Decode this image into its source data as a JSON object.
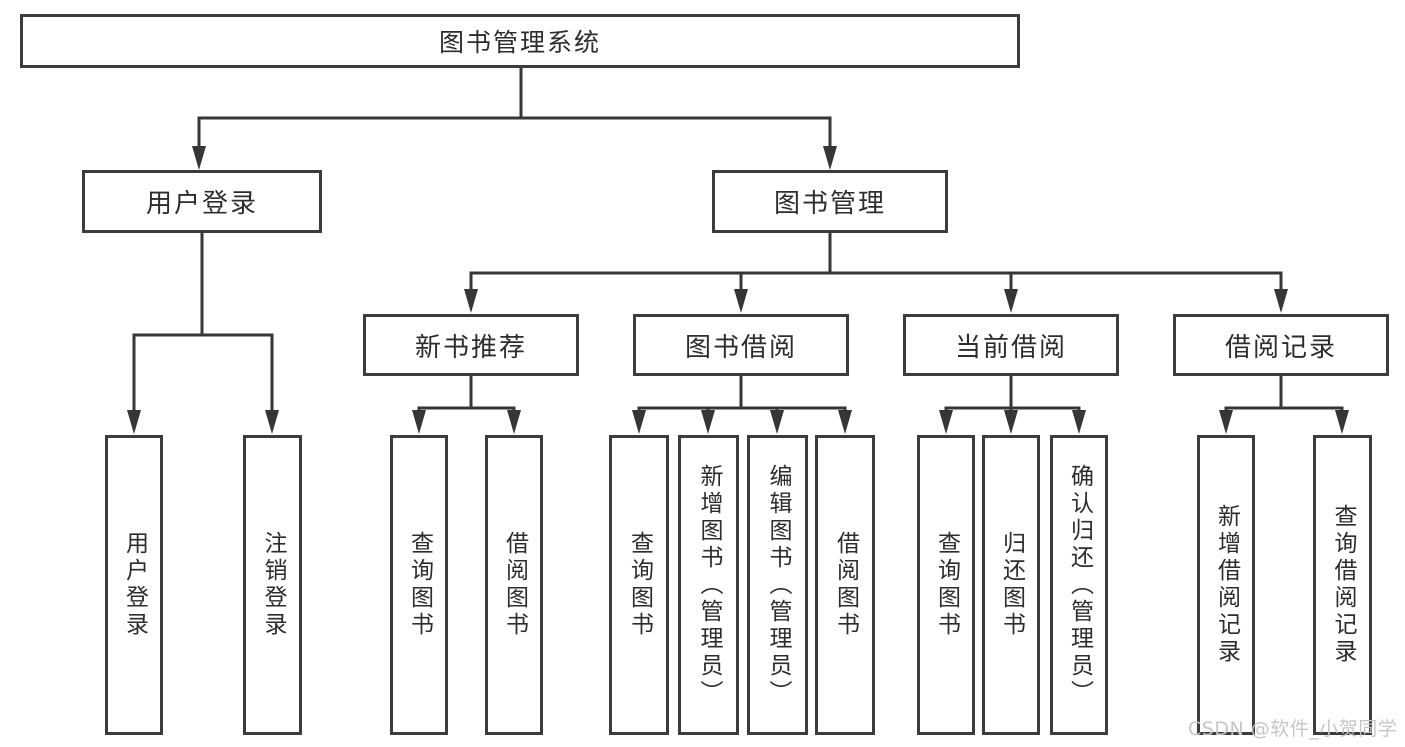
{
  "tree": {
    "label": "图书管理系统",
    "children": [
      {
        "label": "用户登录",
        "children": [
          {
            "label": "用户登录"
          },
          {
            "label": "注销登录"
          }
        ]
      },
      {
        "label": "图书管理",
        "children": [
          {
            "label": "新书推荐",
            "children": [
              {
                "label": "查询图书"
              },
              {
                "label": "借阅图书"
              }
            ]
          },
          {
            "label": "图书借阅",
            "children": [
              {
                "label": "查询图书"
              },
              {
                "label": "新增图书（管理员）"
              },
              {
                "label": "编辑图书（管理员）"
              },
              {
                "label": "借阅图书"
              }
            ]
          },
          {
            "label": "当前借阅",
            "children": [
              {
                "label": "查询图书"
              },
              {
                "label": "归还图书"
              },
              {
                "label": "确认归还（管理员）"
              }
            ]
          },
          {
            "label": "借阅记录",
            "children": [
              {
                "label": "新增借阅记录"
              },
              {
                "label": "查询借阅记录"
              }
            ]
          }
        ]
      }
    ]
  },
  "watermark": "CSDN @软件_小贺同学",
  "colors": {
    "line": "#363636",
    "box_border": "#3c3c3c",
    "text": "#2d2d2d",
    "watermark": "#c6c6c6",
    "background": "#ffffff"
  }
}
